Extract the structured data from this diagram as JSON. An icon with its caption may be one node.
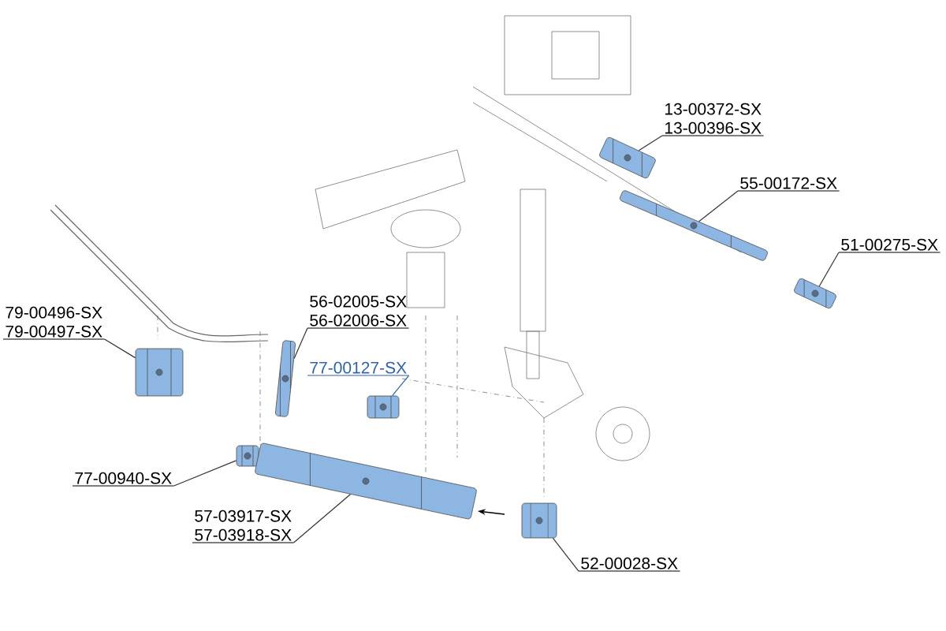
{
  "diagram": {
    "nodes": [
      {
        "text": [
          "13-00372-SX",
          "13-00396-SX"
        ]
      },
      {
        "text": [
          "55-00172-SX"
        ]
      },
      {
        "text": [
          "51-00275-SX"
        ]
      },
      {
        "text": [
          "79-00496-SX",
          "79-00497-SX"
        ]
      },
      {
        "text": [
          "56-02005-SX",
          "56-02006-SX"
        ]
      },
      {
        "text": [
          "77-00127-SX"
        ]
      },
      {
        "text": [
          "77-00940-SX"
        ]
      },
      {
        "text": [
          "57-03917-SX",
          "57-03918-SX"
        ]
      },
      {
        "text": [
          "52-00028-SX"
        ]
      },
      {
        "text": [],
        "shape": "picture"
      },
      {
        "text": [],
        "shape": "picture"
      },
      {
        "text": [],
        "shape": "picture"
      },
      {
        "text": [],
        "shape": "picture"
      },
      {
        "text": [],
        "shape": "picture"
      },
      {
        "text": [],
        "shape": "picture"
      },
      {
        "text": [],
        "shape": "picture"
      },
      {
        "text": [],
        "shape": "picture"
      },
      {
        "text": [],
        "shape": "picture"
      }
    ],
    "edges": [
      {
        "from": 0,
        "to": 9,
        "arrow": "none"
      },
      {
        "from": 1,
        "to": 10,
        "arrow": "none"
      },
      {
        "from": 2,
        "to": 11,
        "arrow": "none"
      },
      {
        "from": 3,
        "to": 12,
        "arrow": "none"
      },
      {
        "from": 4,
        "to": 13,
        "arrow": "none"
      },
      {
        "from": 5,
        "to": 14,
        "arrow": "none",
        "color": "#2f64a8"
      },
      {
        "from": 6,
        "to": 15,
        "arrow": "none"
      },
      {
        "from": 7,
        "to": 16,
        "arrow": "none"
      },
      {
        "from": 8,
        "to": 17,
        "arrow": "none"
      }
    ]
  }
}
